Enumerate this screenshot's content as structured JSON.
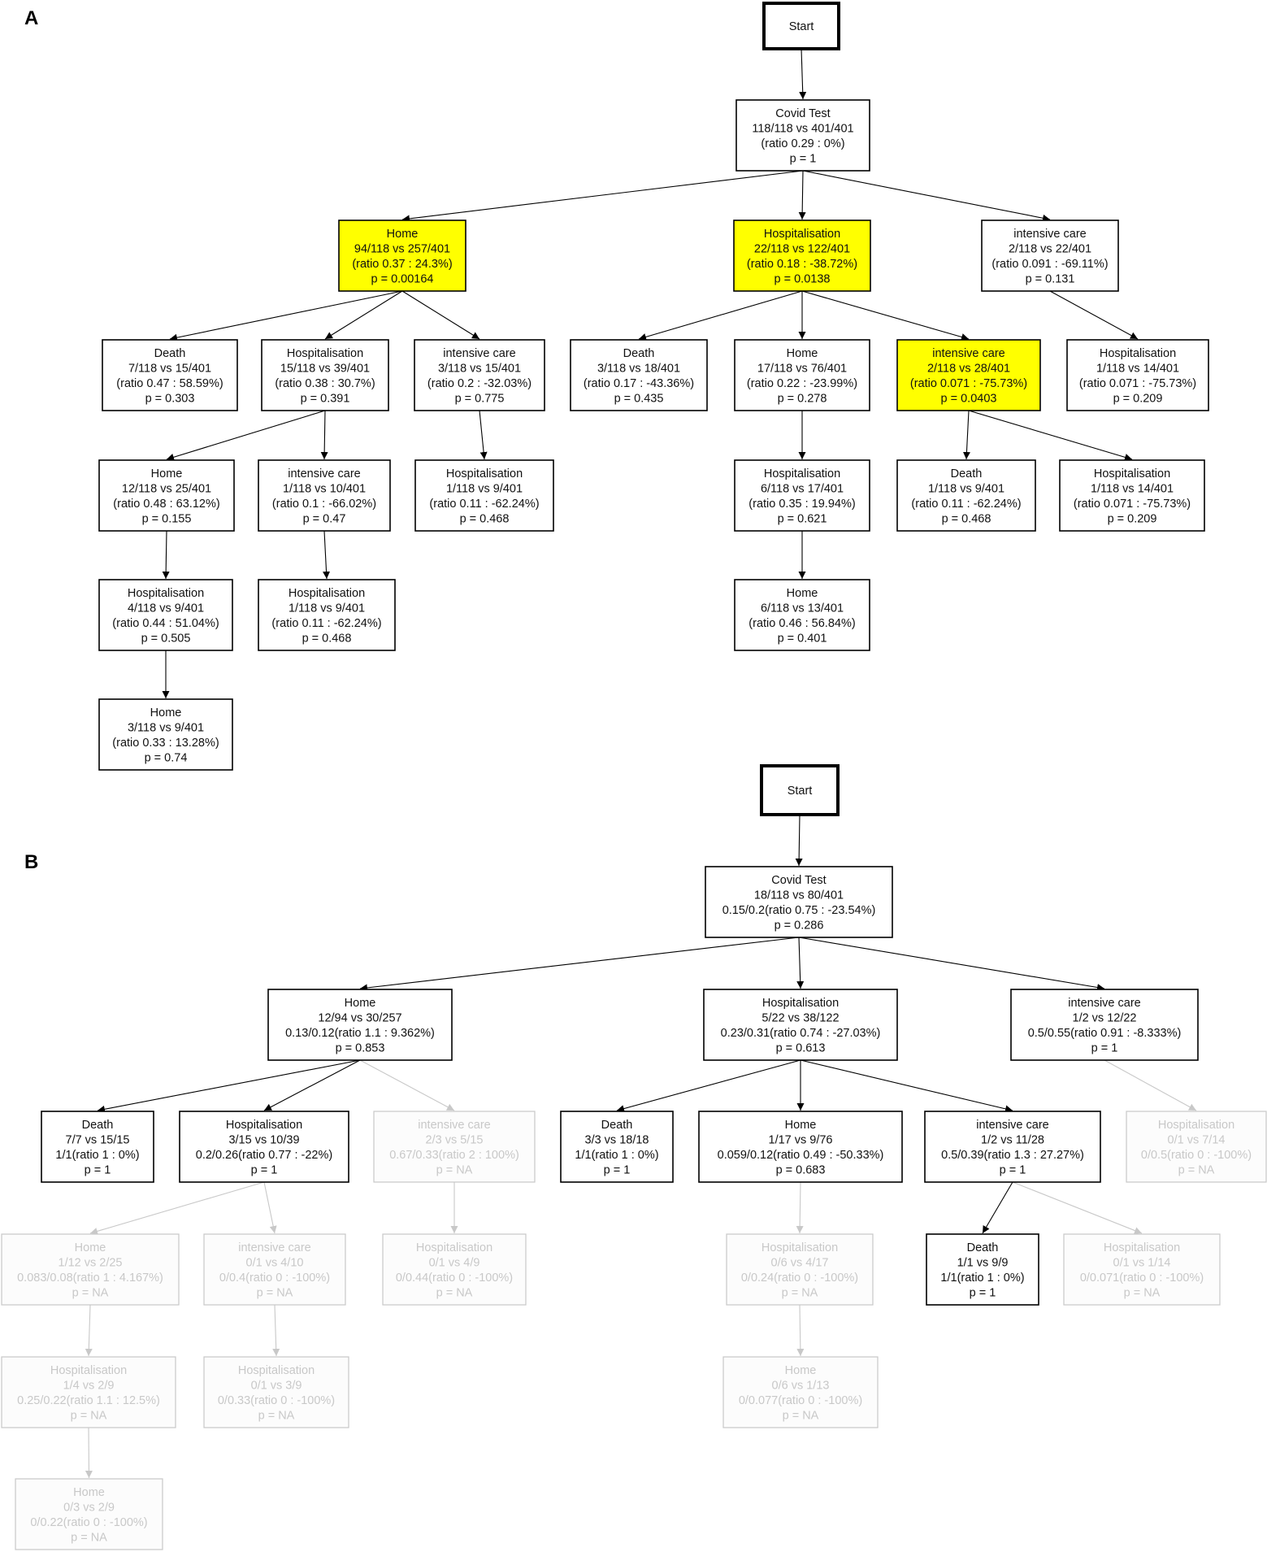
{
  "panels": [
    {
      "id": "A",
      "label": "A",
      "nodes": [
        {
          "id": "a-start",
          "lines": [
            "Start"
          ],
          "style": "start"
        },
        {
          "id": "a-covid",
          "lines": [
            "Covid Test",
            "118/118 vs 401/401",
            "(ratio 0.29 : 0%)",
            "p = 1"
          ],
          "style": "normal"
        },
        {
          "id": "a-home",
          "lines": [
            "Home",
            "94/118 vs 257/401",
            "(ratio 0.37 : 24.3%)",
            "p = 0.00164"
          ],
          "style": "highlight"
        },
        {
          "id": "a-hosp",
          "lines": [
            "Hospitalisation",
            "22/118 vs 122/401",
            "(ratio 0.18 : -38.72%)",
            "p = 0.0138"
          ],
          "style": "highlight"
        },
        {
          "id": "a-icu",
          "lines": [
            "intensive care",
            "2/118 vs 22/401",
            "(ratio 0.091 : -69.11%)",
            "p = 0.131"
          ],
          "style": "normal"
        },
        {
          "id": "a-home-death",
          "lines": [
            "Death",
            "7/118 vs 15/401",
            "(ratio 0.47 : 58.59%)",
            "p = 0.303"
          ],
          "style": "normal"
        },
        {
          "id": "a-home-hosp",
          "lines": [
            "Hospitalisation",
            "15/118 vs 39/401",
            "(ratio 0.38 : 30.7%)",
            "p = 0.391"
          ],
          "style": "normal"
        },
        {
          "id": "a-home-icu",
          "lines": [
            "intensive care",
            "3/118 vs 15/401",
            "(ratio 0.2 : -32.03%)",
            "p = 0.775"
          ],
          "style": "normal"
        },
        {
          "id": "a-hosp-death",
          "lines": [
            "Death",
            "3/118 vs 18/401",
            "(ratio 0.17 : -43.36%)",
            "p = 0.435"
          ],
          "style": "normal"
        },
        {
          "id": "a-hosp-home",
          "lines": [
            "Home",
            "17/118 vs 76/401",
            "(ratio 0.22 : -23.99%)",
            "p = 0.278"
          ],
          "style": "normal"
        },
        {
          "id": "a-hosp-icu",
          "lines": [
            "intensive care",
            "2/118 vs 28/401",
            "(ratio 0.071 : -75.73%)",
            "p = 0.0403"
          ],
          "style": "highlight"
        },
        {
          "id": "a-icu-hosp",
          "lines": [
            "Hospitalisation",
            "1/118 vs 14/401",
            "(ratio 0.071 : -75.73%)",
            "p = 0.209"
          ],
          "style": "normal"
        },
        {
          "id": "a-hh-home",
          "lines": [
            "Home",
            "12/118 vs 25/401",
            "(ratio 0.48 : 63.12%)",
            "p = 0.155"
          ],
          "style": "normal"
        },
        {
          "id": "a-hh-icu",
          "lines": [
            "intensive care",
            "1/118 vs 10/401",
            "(ratio 0.1 : -66.02%)",
            "p = 0.47"
          ],
          "style": "normal"
        },
        {
          "id": "a-hi-hosp",
          "lines": [
            "Hospitalisation",
            "1/118 vs 9/401",
            "(ratio 0.11 : -62.24%)",
            "p = 0.468"
          ],
          "style": "normal"
        },
        {
          "id": "a-hph-hosp",
          "lines": [
            "Hospitalisation",
            "6/118 vs 17/401",
            "(ratio 0.35 : 19.94%)",
            "p = 0.621"
          ],
          "style": "normal"
        },
        {
          "id": "a-hpi-death",
          "lines": [
            "Death",
            "1/118 vs 9/401",
            "(ratio 0.11 : -62.24%)",
            "p = 0.468"
          ],
          "style": "normal"
        },
        {
          "id": "a-hpi-hosp",
          "lines": [
            "Hospitalisation",
            "1/118 vs 14/401",
            "(ratio 0.071 : -75.73%)",
            "p = 0.209"
          ],
          "style": "normal"
        },
        {
          "id": "a-hhh-hosp",
          "lines": [
            "Hospitalisation",
            "4/118 vs 9/401",
            "(ratio 0.44 : 51.04%)",
            "p = 0.505"
          ],
          "style": "normal"
        },
        {
          "id": "a-hhi-hosp",
          "lines": [
            "Hospitalisation",
            "1/118 vs 9/401",
            "(ratio 0.11 : -62.24%)",
            "p = 0.468"
          ],
          "style": "normal"
        },
        {
          "id": "a-hphh-home",
          "lines": [
            "Home",
            "6/118 vs 13/401",
            "(ratio 0.46 : 56.84%)",
            "p = 0.401"
          ],
          "style": "normal"
        },
        {
          "id": "a-hhhh-home",
          "lines": [
            "Home",
            "3/118 vs 9/401",
            "(ratio 0.33 : 13.28%)",
            "p = 0.74"
          ],
          "style": "normal"
        }
      ]
    },
    {
      "id": "B",
      "label": "B",
      "nodes": [
        {
          "id": "b-start",
          "lines": [
            "Start"
          ],
          "style": "start"
        },
        {
          "id": "b-covid",
          "lines": [
            "Covid Test",
            "18/118 vs 80/401",
            "0.15/0.2(ratio 0.75 : -23.54%)",
            "p = 0.286"
          ],
          "style": "normal"
        },
        {
          "id": "b-home",
          "lines": [
            "Home",
            "12/94 vs 30/257",
            "0.13/0.12(ratio 1.1 : 9.362%)",
            "p = 0.853"
          ],
          "style": "normal"
        },
        {
          "id": "b-hosp",
          "lines": [
            "Hospitalisation",
            "5/22 vs 38/122",
            "0.23/0.31(ratio 0.74 : -27.03%)",
            "p = 0.613"
          ],
          "style": "normal"
        },
        {
          "id": "b-icu",
          "lines": [
            "intensive care",
            "1/2 vs 12/22",
            "0.5/0.55(ratio 0.91 : -8.333%)",
            "p = 1"
          ],
          "style": "normal"
        },
        {
          "id": "b-home-death",
          "lines": [
            "Death",
            "7/7 vs 15/15",
            "1/1(ratio 1 : 0%)",
            "p = 1"
          ],
          "style": "normal"
        },
        {
          "id": "b-home-hosp",
          "lines": [
            "Hospitalisation",
            "3/15 vs 10/39",
            "0.2/0.26(ratio 0.77 : -22%)",
            "p = 1"
          ],
          "style": "normal"
        },
        {
          "id": "b-home-icu",
          "lines": [
            "intensive care",
            "2/3 vs 5/15",
            "0.67/0.33(ratio 2 : 100%)",
            "p = NA"
          ],
          "style": "faded"
        },
        {
          "id": "b-hosp-death",
          "lines": [
            "Death",
            "3/3 vs 18/18",
            "1/1(ratio 1 : 0%)",
            "p = 1"
          ],
          "style": "normal"
        },
        {
          "id": "b-hosp-home",
          "lines": [
            "Home",
            "1/17 vs 9/76",
            "0.059/0.12(ratio 0.49 : -50.33%)",
            "p = 0.683"
          ],
          "style": "normal"
        },
        {
          "id": "b-hosp-icu",
          "lines": [
            "intensive care",
            "1/2 vs 11/28",
            "0.5/0.39(ratio 1.3 : 27.27%)",
            "p = 1"
          ],
          "style": "normal"
        },
        {
          "id": "b-icu-hosp",
          "lines": [
            "Hospitalisation",
            "0/1 vs 7/14",
            "0/0.5(ratio 0 : -100%)",
            "p = NA"
          ],
          "style": "faded"
        },
        {
          "id": "b-hh-home",
          "lines": [
            "Home",
            "1/12 vs 2/25",
            "0.083/0.08(ratio 1 : 4.167%)",
            "p = NA"
          ],
          "style": "faded"
        },
        {
          "id": "b-hh-icu",
          "lines": [
            "intensive care",
            "0/1 vs 4/10",
            "0/0.4(ratio 0 : -100%)",
            "p = NA"
          ],
          "style": "faded"
        },
        {
          "id": "b-hi-hosp",
          "lines": [
            "Hospitalisation",
            "0/1 vs 4/9",
            "0/0.44(ratio 0 : -100%)",
            "p = NA"
          ],
          "style": "faded"
        },
        {
          "id": "b-hph-hosp",
          "lines": [
            "Hospitalisation",
            "0/6 vs 4/17",
            "0/0.24(ratio 0 : -100%)",
            "p = NA"
          ],
          "style": "faded"
        },
        {
          "id": "b-hpi-death",
          "lines": [
            "Death",
            "1/1 vs 9/9",
            "1/1(ratio 1 : 0%)",
            "p = 1"
          ],
          "style": "normal"
        },
        {
          "id": "b-hpi-hosp",
          "lines": [
            "Hospitalisation",
            "0/1 vs 1/14",
            "0/0.071(ratio 0 : -100%)",
            "p = NA"
          ],
          "style": "faded"
        },
        {
          "id": "b-hhh-hosp",
          "lines": [
            "Hospitalisation",
            "1/4 vs 2/9",
            "0.25/0.22(ratio 1.1 : 12.5%)",
            "p = NA"
          ],
          "style": "faded"
        },
        {
          "id": "b-hhi-hosp",
          "lines": [
            "Hospitalisation",
            "0/1 vs 3/9",
            "0/0.33(ratio 0 : -100%)",
            "p = NA"
          ],
          "style": "faded"
        },
        {
          "id": "b-hphh-home",
          "lines": [
            "Home",
            "0/6 vs 1/13",
            "0/0.077(ratio 0 : -100%)",
            "p = NA"
          ],
          "style": "faded"
        },
        {
          "id": "b-hhhh-home",
          "lines": [
            "Home",
            "0/3 vs 2/9",
            "0/0.22(ratio 0 : -100%)",
            "p = NA"
          ],
          "style": "faded"
        }
      ]
    }
  ],
  "colors": {
    "highlight_fill": "#ffff00",
    "normal_fill": "#ffffff",
    "border": "#000000",
    "faded": "#c8c8c8",
    "faded_border": "#c8c8c8",
    "faded_fill": "#fcfcfc"
  }
}
